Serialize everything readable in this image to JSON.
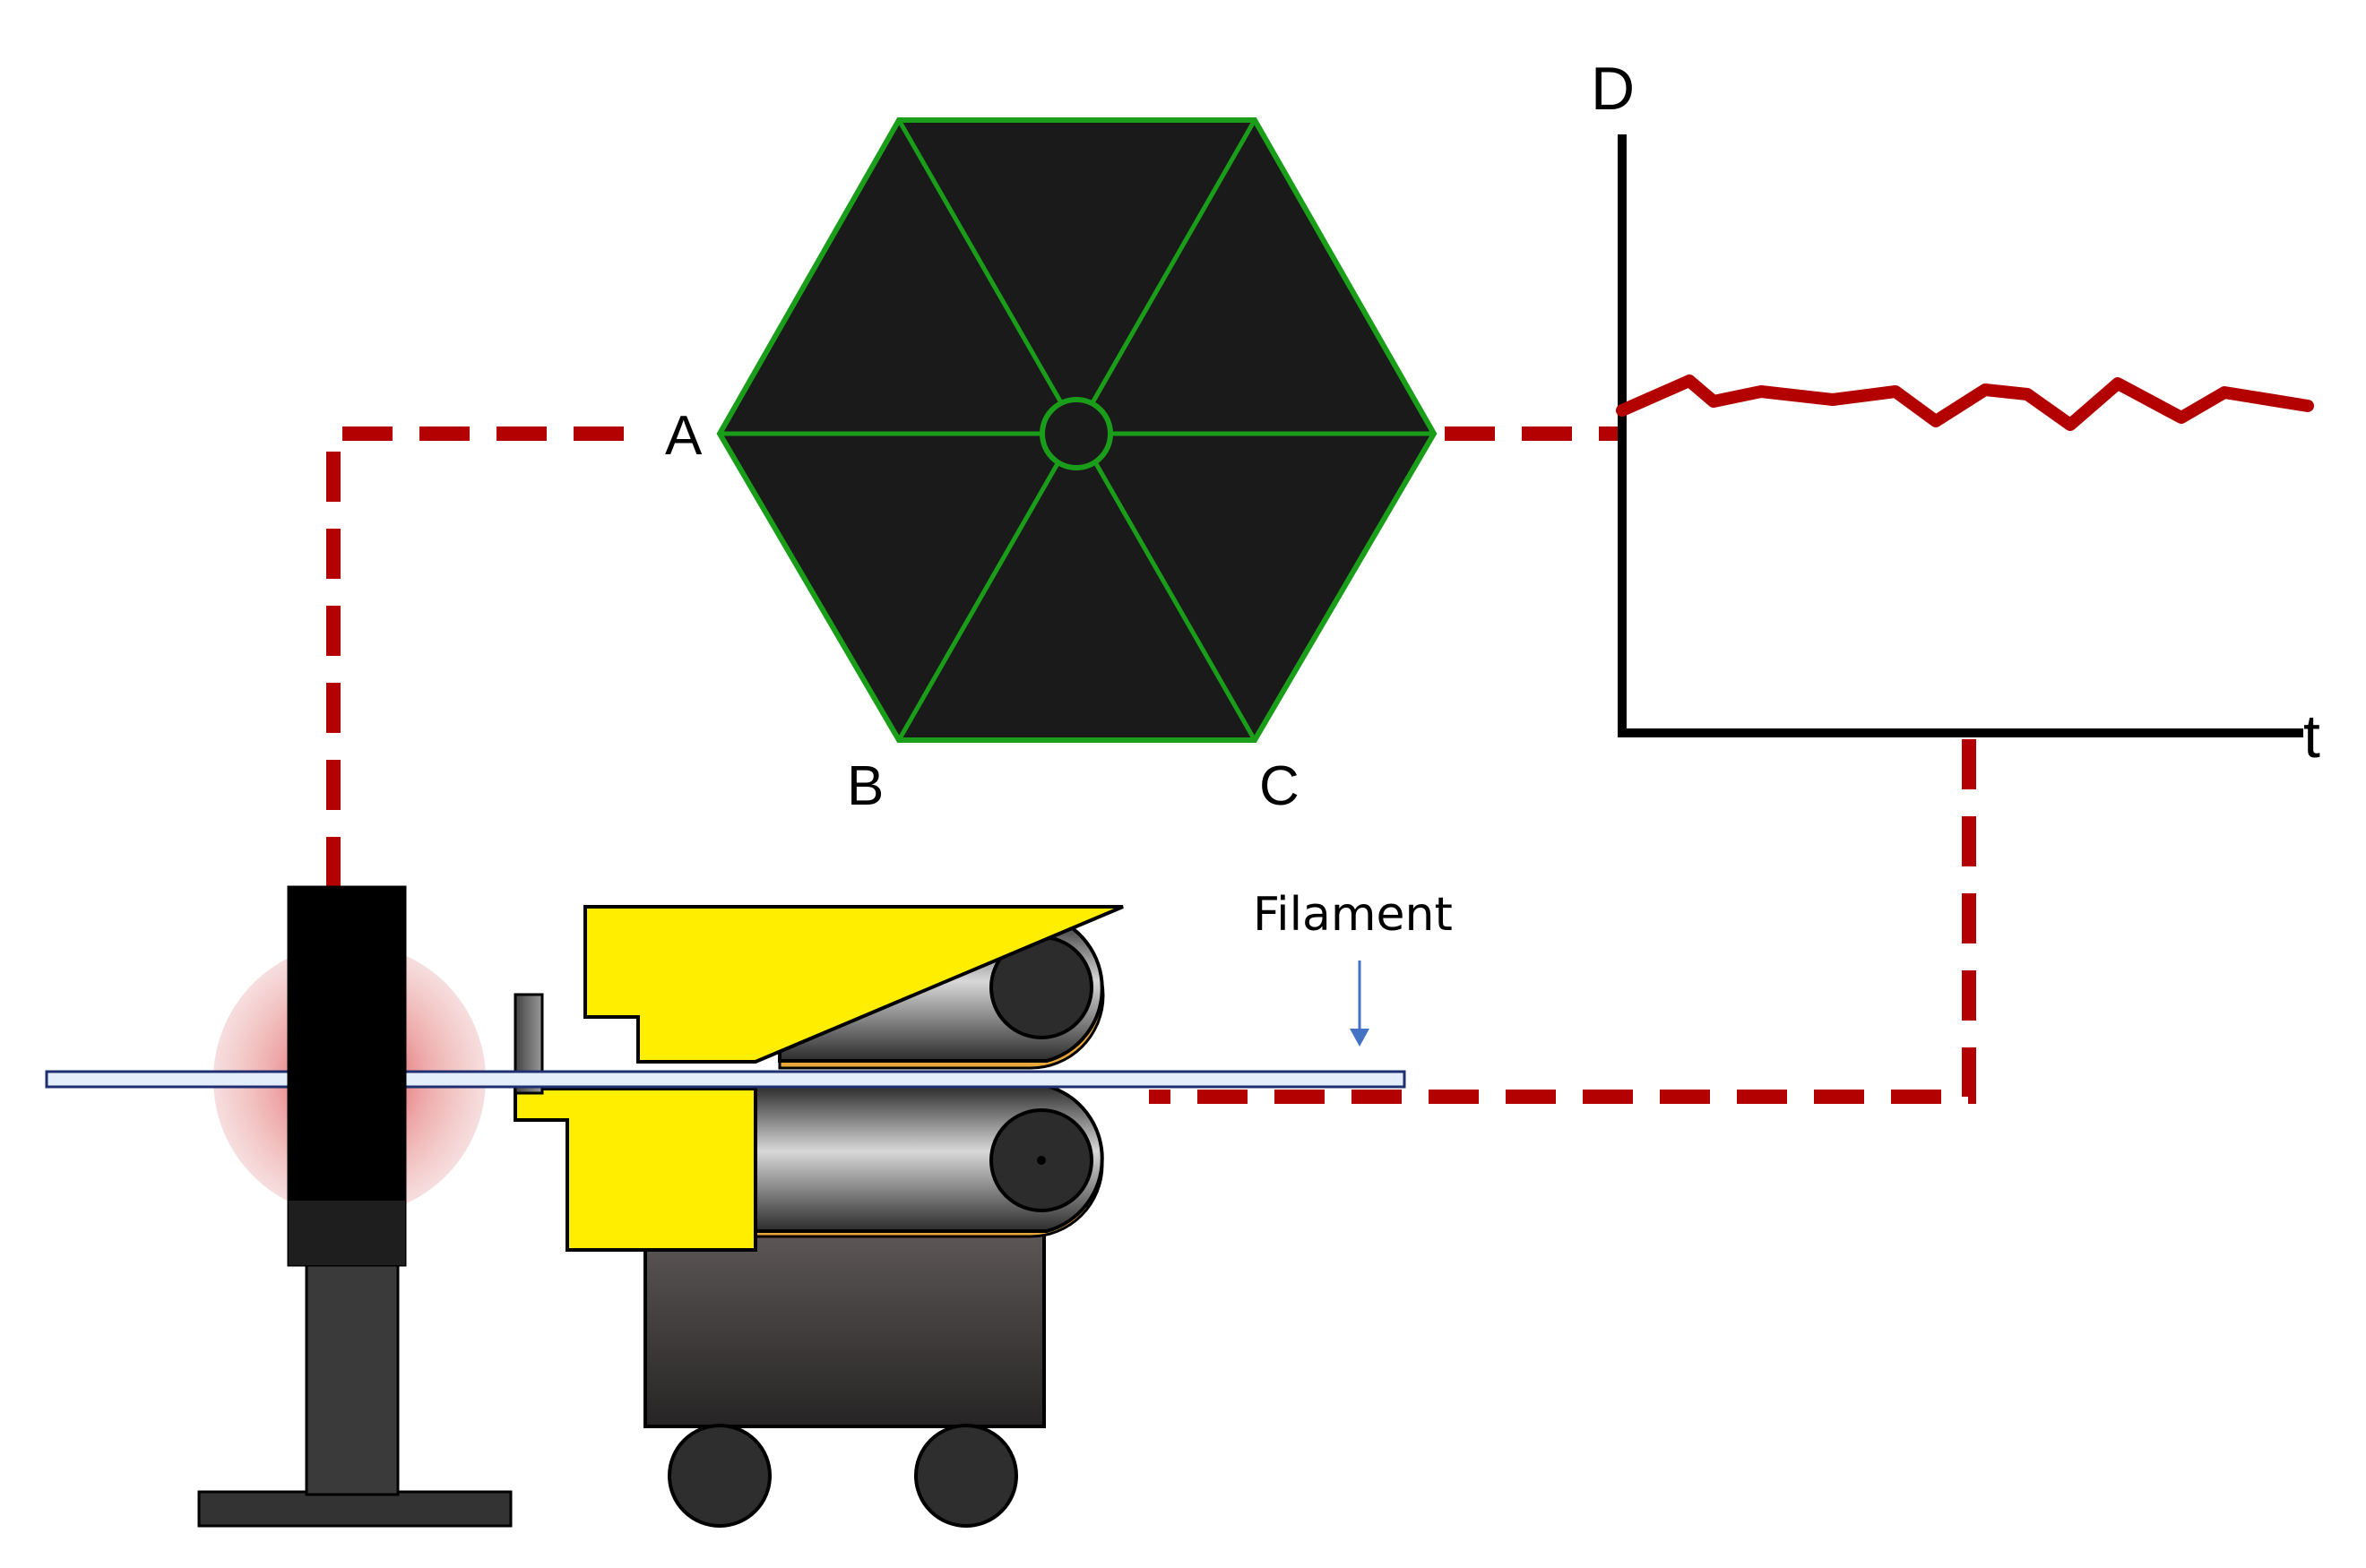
{
  "labels": {
    "vertex_a": "A",
    "vertex_b": "B",
    "vertex_c": "C",
    "axis_y": "D",
    "axis_x": "t",
    "filament": "Filament"
  },
  "colors": {
    "signal_line": "#b30000",
    "hexagon_fill": "#1a1a1a",
    "hexagon_stroke": "#1a9e1a",
    "puller_yellow": "#ffee00",
    "filament_fill": "#e4eefb",
    "filament_stroke": "#1f2f6f",
    "arrow": "#4472c4",
    "glow": "#e05a5a"
  },
  "icons": {
    "sensor": "laser-micrometer-icon",
    "puller": "belt-puller-icon",
    "controller": "hexagon-controller-icon",
    "plot": "diameter-time-plot"
  }
}
